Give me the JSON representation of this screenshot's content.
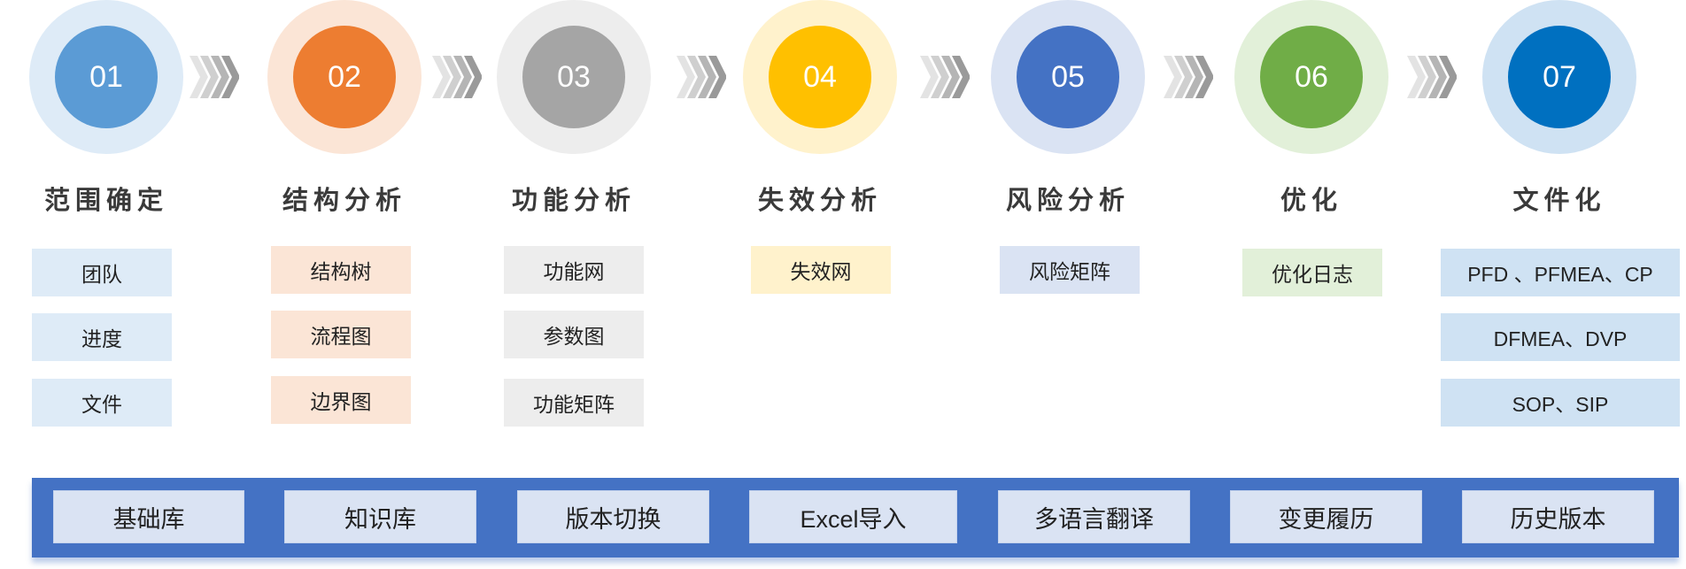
{
  "steps": [
    {
      "number": "01",
      "title": "范围确定",
      "halo_color": "#deebf7",
      "core_color": "#5b9bd5",
      "box_color": "#deebf7",
      "items": [
        "团队",
        "进度",
        "文件"
      ]
    },
    {
      "number": "02",
      "title": "结构分析",
      "halo_color": "#fbe5d6",
      "core_color": "#ed7d31",
      "box_color": "#fbe5d6",
      "items": [
        "结构树",
        "流程图",
        "边界图"
      ]
    },
    {
      "number": "03",
      "title": "功能分析",
      "halo_color": "#ededed",
      "core_color": "#a5a5a5",
      "box_color": "#ededed",
      "items": [
        "功能网",
        "参数图",
        "功能矩阵"
      ]
    },
    {
      "number": "04",
      "title": "失效分析",
      "halo_color": "#fff2cc",
      "core_color": "#ffc000",
      "box_color": "#fff2cc",
      "items": [
        "失效网"
      ]
    },
    {
      "number": "05",
      "title": "风险分析",
      "halo_color": "#dae3f3",
      "core_color": "#4472c4",
      "box_color": "#dae3f3",
      "items": [
        "风险矩阵"
      ]
    },
    {
      "number": "06",
      "title": "优化",
      "halo_color": "#e2f0d9",
      "core_color": "#70ad47",
      "box_color": "#e2f0d9",
      "items": [
        "优化日志"
      ]
    },
    {
      "number": "07",
      "title": "文件化",
      "halo_color": "#cfe2f3",
      "core_color": "#0070c0",
      "box_color": "#cfe2f3",
      "items": [
        "PFD 、PFMEA、CP",
        "DFMEA、DVP",
        "SOP、SIP"
      ]
    }
  ],
  "arrow_colors": [
    "#e3e3e3",
    "#cfcfcf",
    "#b5b5b5",
    "#9a9a9a"
  ],
  "bar_color": "#4472c4",
  "tools": [
    "基础库",
    "知识库",
    "版本切换",
    "Excel导入",
    "多语言翻译",
    "变更履历",
    "历史版本"
  ]
}
